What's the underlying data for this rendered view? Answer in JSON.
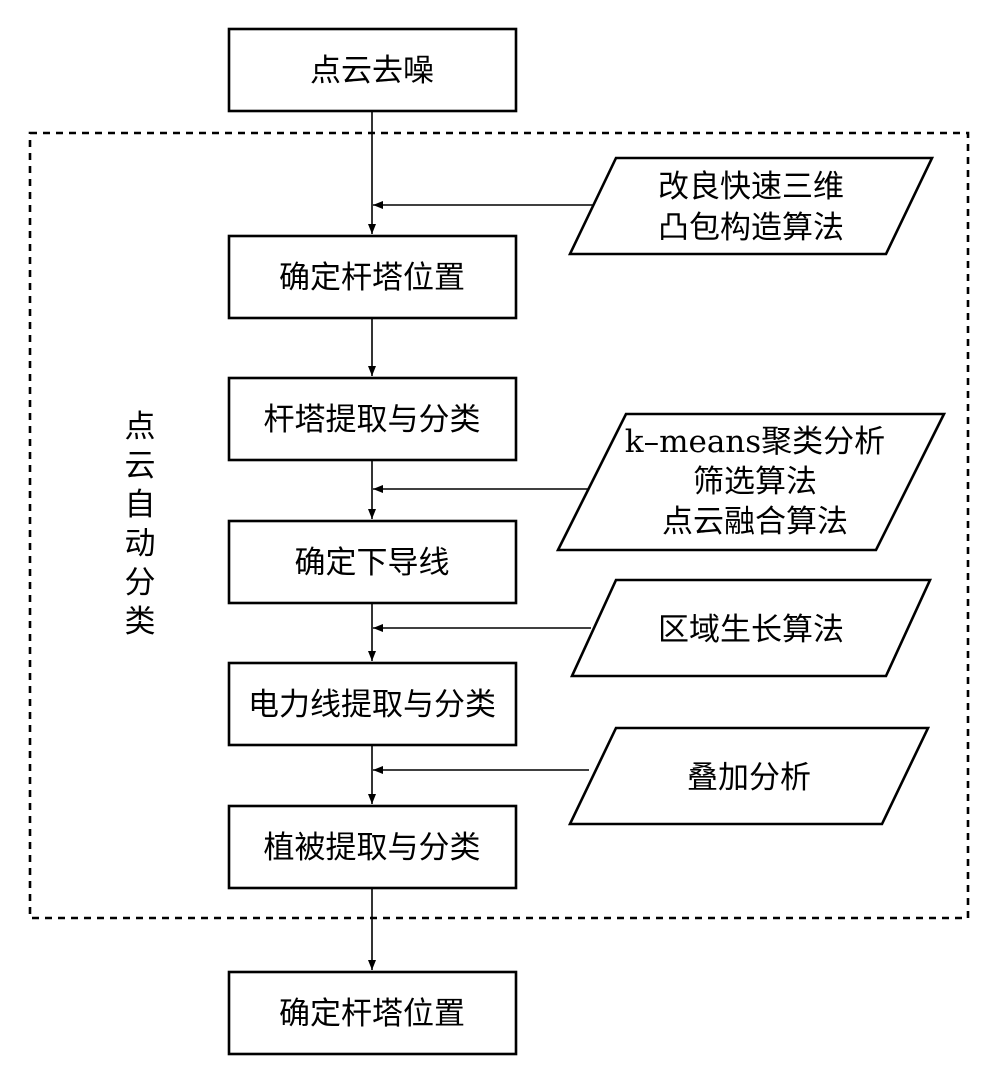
{
  "diagram": {
    "group_label": "点云自动分类",
    "process_steps": [
      {
        "label": "点云去噪"
      },
      {
        "label": "确定杆塔位置"
      },
      {
        "label": "杆塔提取与分类"
      },
      {
        "label": "确定下导线"
      },
      {
        "label": "电力线提取与分类"
      },
      {
        "label": "植被提取与分类"
      },
      {
        "label": "确定杆塔位置"
      }
    ],
    "method_inputs": [
      {
        "lines": [
          "改良快速三维",
          "凸包构造算法"
        ]
      },
      {
        "lines": [
          "k–means聚类分析",
          "筛选算法",
          "点云融合算法"
        ]
      },
      {
        "lines": [
          "区域生长算法"
        ]
      },
      {
        "lines": [
          "叠加分析"
        ]
      }
    ]
  }
}
